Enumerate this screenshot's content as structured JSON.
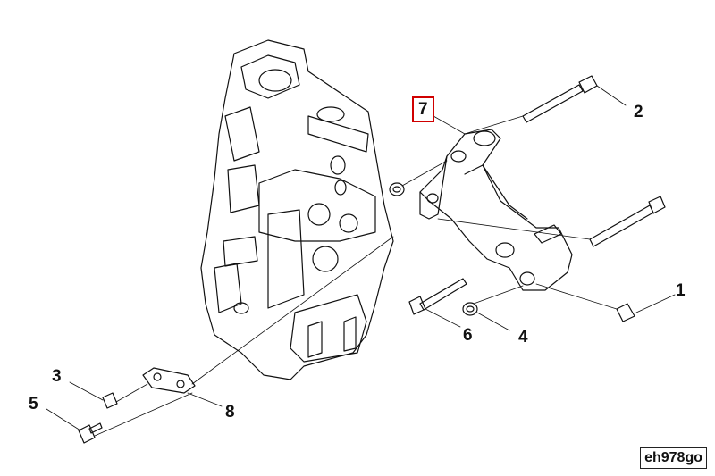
{
  "callouts": {
    "c1": "1",
    "c2": "2",
    "c3": "3",
    "c4": "4",
    "c5": "5",
    "c6": "6",
    "c7": "7",
    "c8": "8"
  },
  "figure_id": "eh978go",
  "highlight_color": "#d00000"
}
